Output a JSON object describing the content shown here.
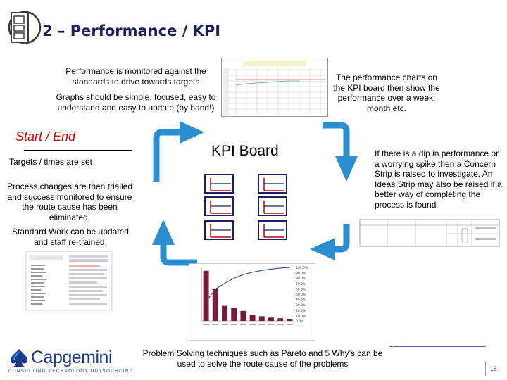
{
  "header": {
    "title": "2 – Performance / KPI"
  },
  "notes": {
    "monitored": "Performance is monitored against the standards to drive towards targets",
    "graphs": "Graphs should be simple, focused, easy to understand and easy to update (by hand!)",
    "charts_show": "The performance charts on the KPI board then show the performance over a week, month etc.",
    "start_end": "Start / End",
    "targets": "Targets / times are set",
    "process_changes": "Process changes are then trialled and success monitored to ensure the route cause has been eliminated.",
    "standard_work": "Standard Work can be updated and staff re-trained.",
    "kpi_board": "KPI Board",
    "concern_strip": "If there is a dip in performance or a worrying spike then a Concern Strip is raised to investigate.  An Ideas Strip may also be raised if a better way of completing the process is found",
    "problem_solving": "Problem Solving techniques such as Pareto and 5 Why’s can be used to solve the route cause of the problems"
  },
  "footer": {
    "logo": "Capgemini",
    "logo_tagline": "CONSULTING.TECHNOLOGY.OUTSOURCING",
    "page_number": "15"
  },
  "colors": {
    "title": "#1b1f5e",
    "start_end": "#d40000",
    "arrow": "#2a8ed0",
    "pareto_bar": "#7a1a3a",
    "kpi_line": "#c00000"
  },
  "chart_data": {
    "type": "bar",
    "title": "",
    "xlabel": "",
    "ylabel": "",
    "series": [
      {
        "values": [
          150,
          95,
          45,
          38,
          30,
          18,
          14,
          10,
          8,
          5
        ]
      }
    ],
    "y2_ticks": [
      "100.0%",
      "90.0%",
      "80.0%",
      "70.0%",
      "60.0%",
      "50.0%",
      "40.0%",
      "30.0%",
      "20.0%",
      "10.0%",
      "0.0%"
    ],
    "ylim": [
      0,
      160
    ]
  }
}
